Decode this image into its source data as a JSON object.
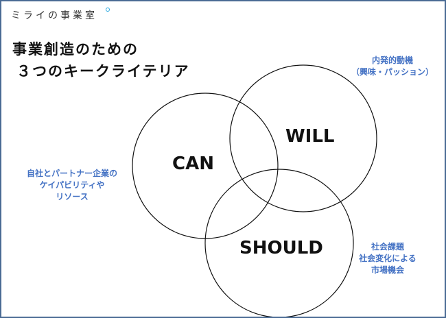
{
  "logo": "ミライの事業室",
  "title": {
    "line1": "事業創造のための",
    "line2": "３つのキークライテリア"
  },
  "circles": {
    "can": "CAN",
    "will": "WILL",
    "should": "SHOULD"
  },
  "notes": {
    "will": [
      "内発的動機",
      "（興味・パッション）"
    ],
    "can": [
      "自社とパートナー企業の",
      "ケイパビリティや",
      "リソース"
    ],
    "should": [
      "社会課題",
      "社会変化による",
      "市場機会"
    ]
  },
  "colors": {
    "accent": "#4472c4",
    "border": "#4a6b94",
    "logo_dot": "#29a8e0"
  }
}
